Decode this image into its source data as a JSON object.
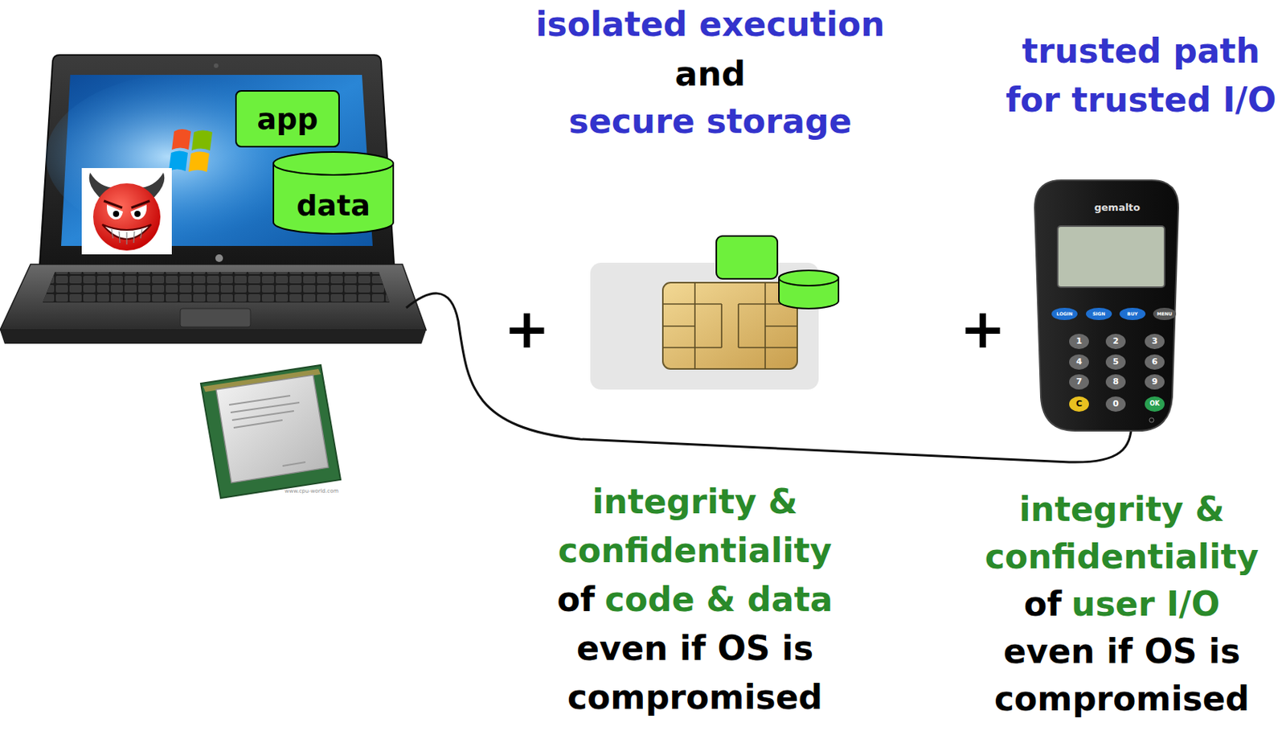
{
  "diagram": {
    "nodes": [
      {
        "text": [
          "app"
        ]
      },
      {
        "text": [
          "data"
        ]
      }
    ],
    "labels": [
      "isolated execution",
      "and",
      "secure storage",
      "trusted path for trusted I/O",
      "+",
      "+",
      "integrity & confidentiality",
      "of",
      "code & data",
      "even if OS is compromised",
      "integrity & confidentiality",
      "of",
      "user I/O",
      "even if OS is compromised",
      "gemalto",
      "LOGIN",
      "SIGN",
      "BUY",
      "MENU",
      "1",
      "2",
      "3",
      "4",
      "5",
      "6",
      "7",
      "8",
      "9",
      "C",
      "0",
      "OK",
      "www.cpu-world.com"
    ]
  }
}
